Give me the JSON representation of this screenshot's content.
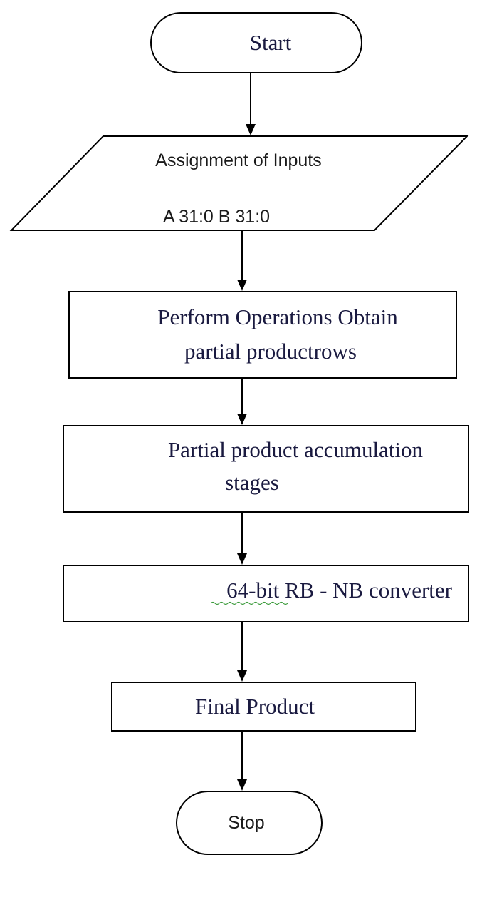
{
  "flowchart": {
    "start": {
      "label": "Start"
    },
    "input": {
      "line1": "Assignment of Inputs",
      "line2": "A 31:0 B 31:0"
    },
    "process1": {
      "line1": "Perform Operations Obtain",
      "line2": "partial productrows"
    },
    "process2": {
      "line1": "Partial product accumulation",
      "line2": "stages"
    },
    "process3": {
      "prefix": "64-",
      "flagged": "bit RB",
      "suffix": " - NB converter"
    },
    "process4": {
      "label": "Final Product"
    },
    "stop": {
      "label": "Stop"
    }
  }
}
